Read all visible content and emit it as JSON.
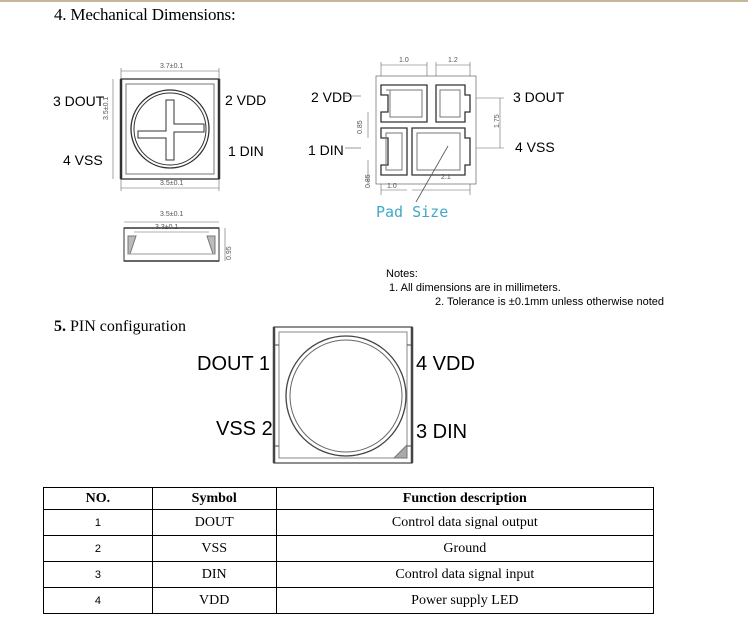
{
  "section4": {
    "title": "4. Mechanical Dimensions:"
  },
  "top_view": {
    "dim_top": "3.7±0.1",
    "dim_side": "3.5±0.1",
    "dim_bottom": "3.5±0.1",
    "pin3": "3 DOUT",
    "pin4": "4 VSS",
    "pin2": "2 VDD",
    "pin1": "1 DIN"
  },
  "side_view": {
    "dim_outer": "3.5±0.1",
    "dim_inner": "3.3±0.1",
    "dim_height": "0.95"
  },
  "pad_view": {
    "dim_top_left": "1.0",
    "dim_top_right": "1.2",
    "dim_left_upper": "0.85",
    "dim_left_lower": "0.85",
    "dim_right": "1.75",
    "dim_bottom_left": "1.0",
    "dim_bottom_right": "2.1",
    "pin2": "2 VDD",
    "pin1": "1 DIN",
    "pin3": "3 DOUT",
    "pin4": "4 VSS",
    "pad_label": "Pad Size"
  },
  "notes": {
    "heading": "Notes:",
    "note1": "1. All dimensions are in millimeters.",
    "note2": "2. Tolerance is ±0.1mm unless otherwise noted"
  },
  "section5": {
    "number": "5.",
    "title": " PIN configuration"
  },
  "pin_config": {
    "dout": "DOUT 1",
    "vss": "VSS 2",
    "vdd": "4 VDD",
    "din": "3 DIN"
  },
  "table": {
    "headers": [
      "NO.",
      "Symbol",
      "Function description"
    ],
    "rows": [
      {
        "no": "1",
        "symbol": "DOUT",
        "desc": "Control data signal output"
      },
      {
        "no": "2",
        "symbol": "VSS",
        "desc": "Ground"
      },
      {
        "no": "3",
        "symbol": "DIN",
        "desc": "Control data signal input"
      },
      {
        "no": "4",
        "symbol": "VDD",
        "desc": "Power supply LED"
      }
    ]
  }
}
